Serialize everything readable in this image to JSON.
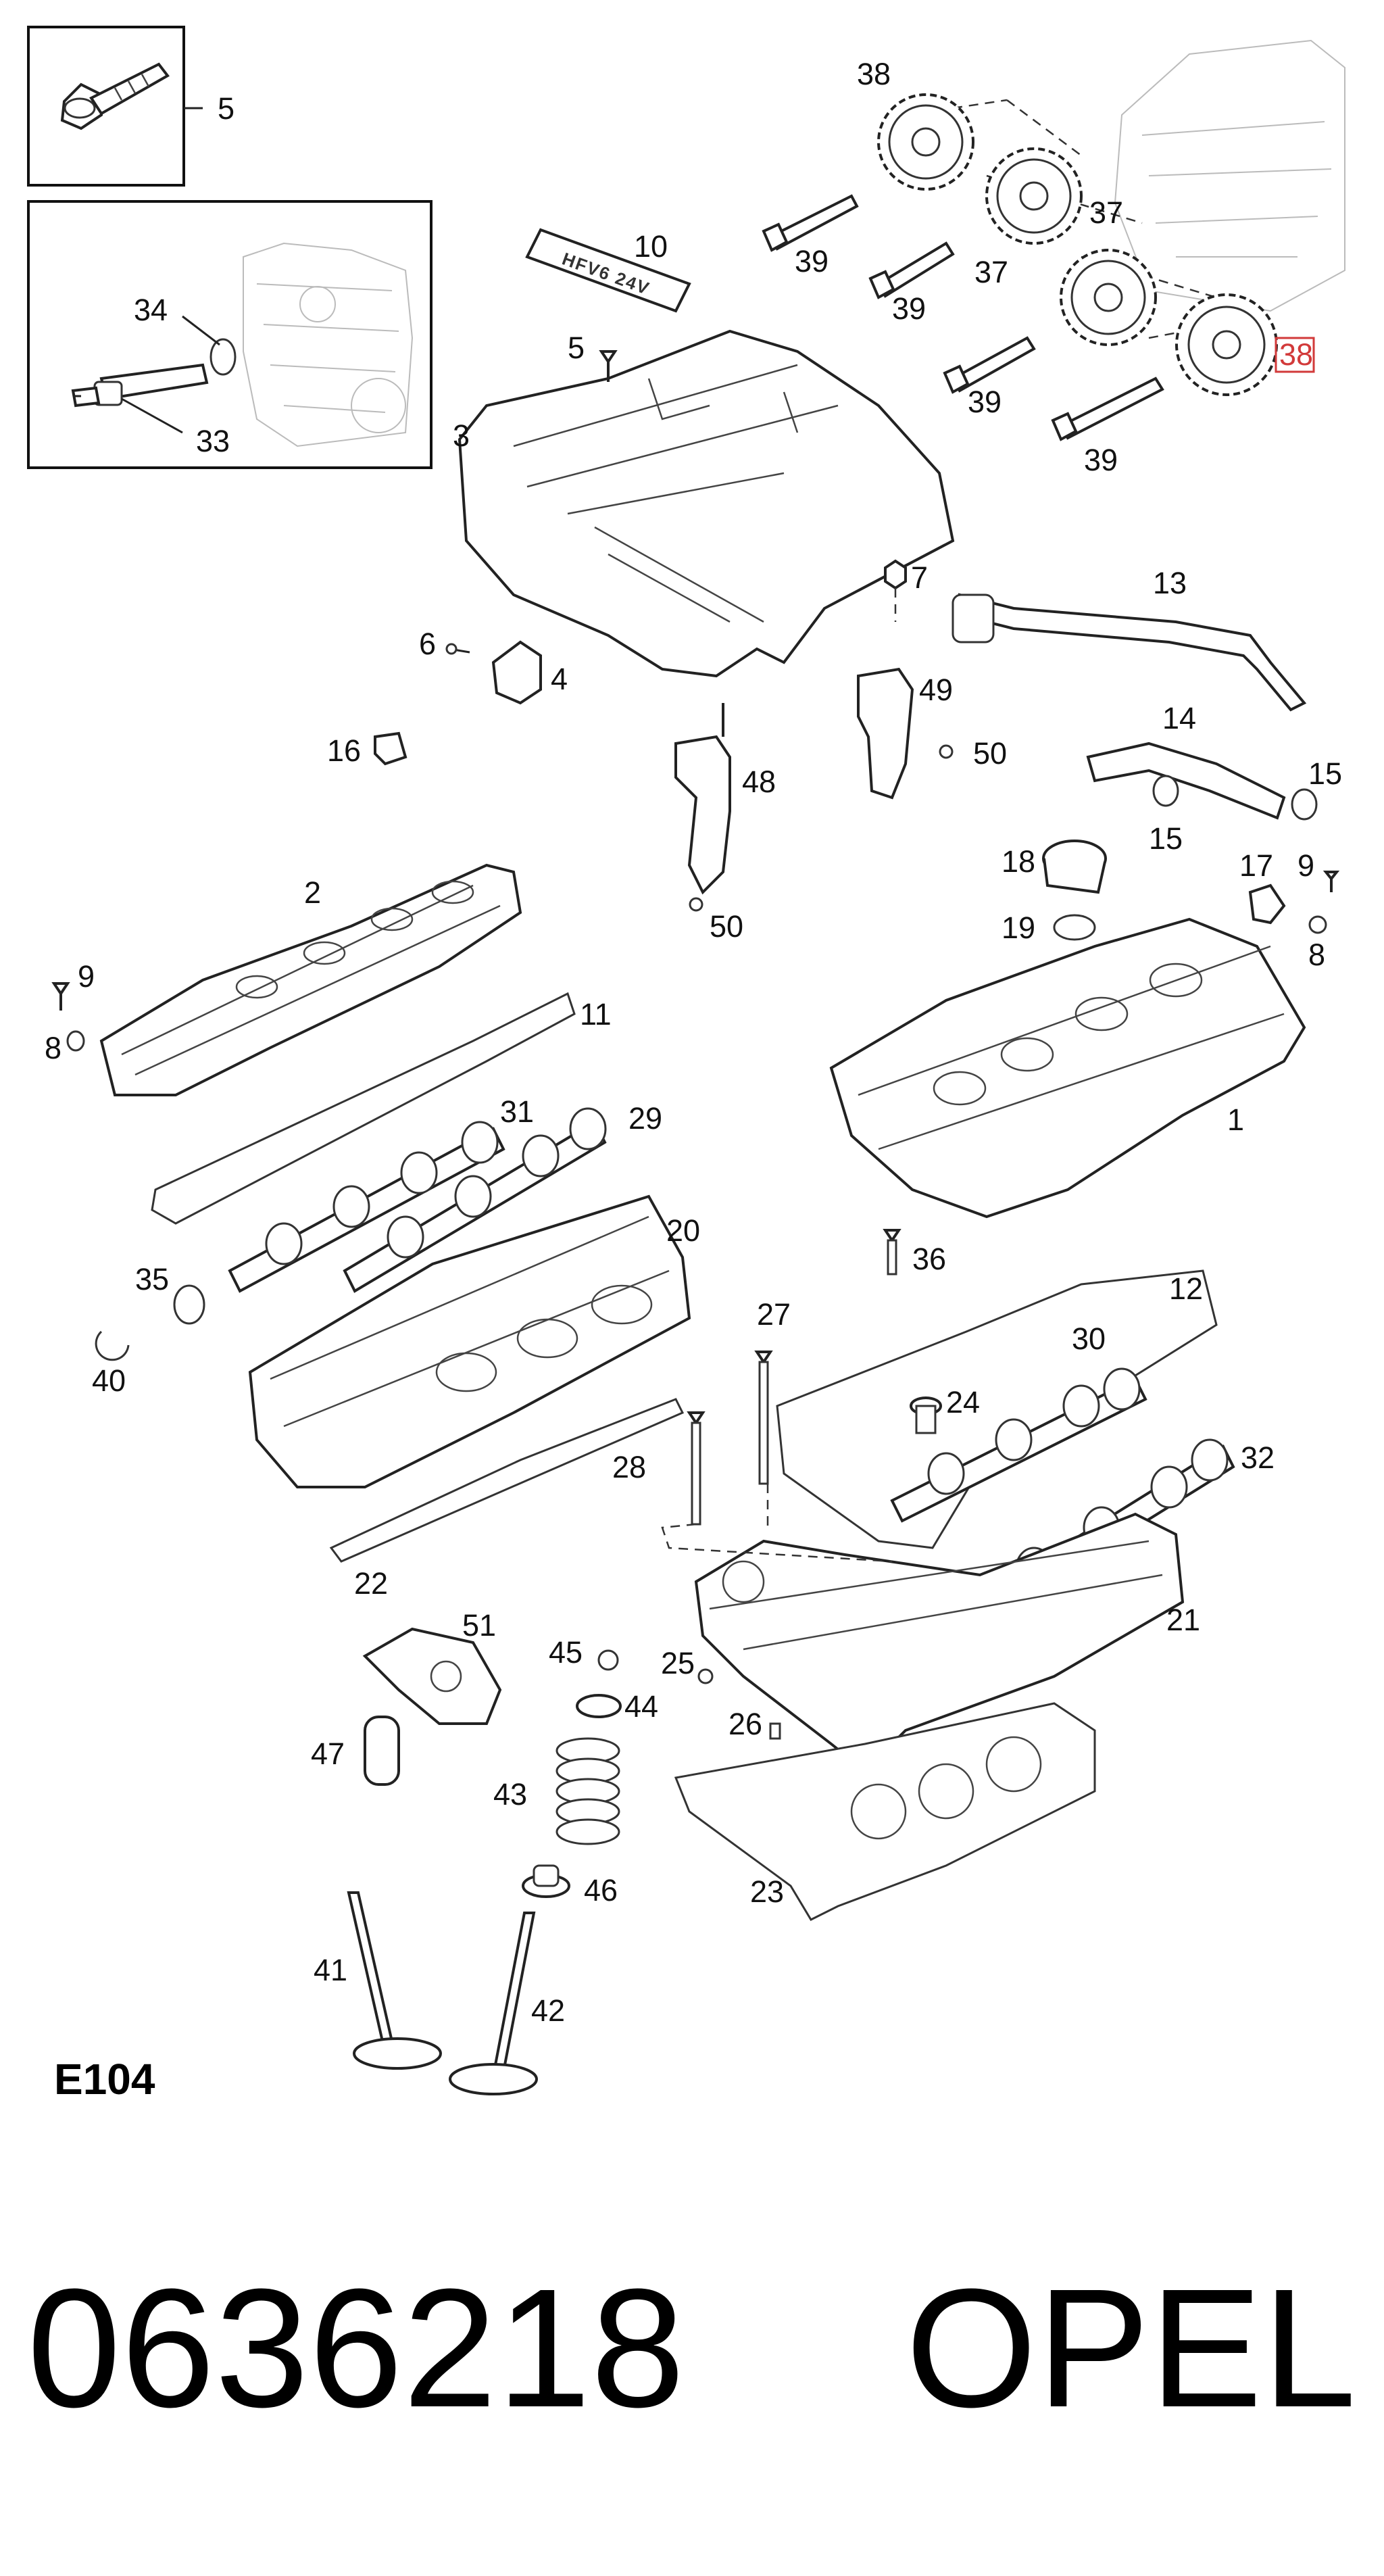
{
  "diagram": {
    "section_code": "E104",
    "part_number": "0636218",
    "brand": "OPEL",
    "cover_badge": "HFV6 24V",
    "highlight_color": "#d23a3a",
    "labels": {
      "l1": "1",
      "l2": "2",
      "l3": "3",
      "l4": "4",
      "l5a": "5",
      "l5b": "5",
      "l6": "6",
      "l7": "7",
      "l8a": "8",
      "l8b": "8",
      "l9a": "9",
      "l9b": "9",
      "l10": "10",
      "l11": "11",
      "l12": "12",
      "l13": "13",
      "l14": "14",
      "l15a": "15",
      "l15b": "15",
      "l16": "16",
      "l17": "17",
      "l18": "18",
      "l19": "19",
      "l20": "20",
      "l21": "21",
      "l22": "22",
      "l23": "23",
      "l24": "24",
      "l25": "25",
      "l26": "26",
      "l27": "27",
      "l28": "28",
      "l29": "29",
      "l30": "30",
      "l31": "31",
      "l32": "32",
      "l33": "33",
      "l34": "34",
      "l35": "35",
      "l36": "36",
      "l37a": "37",
      "l37b": "37",
      "l38a": "38",
      "l38b": "38",
      "l39a": "39",
      "l39b": "39",
      "l39c": "39",
      "l39d": "39",
      "l40": "40",
      "l41": "41",
      "l42": "42",
      "l43": "43",
      "l44": "44",
      "l45": "45",
      "l46": "46",
      "l47": "47",
      "l48": "48",
      "l49": "49",
      "l50a": "50",
      "l50b": "50",
      "l51": "51"
    }
  }
}
